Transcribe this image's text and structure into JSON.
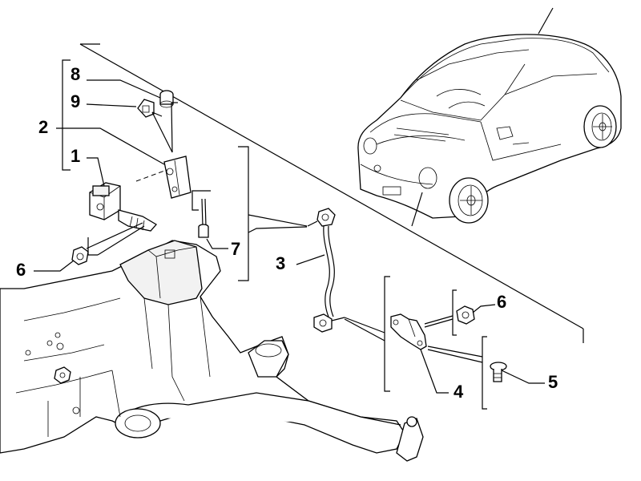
{
  "callouts": {
    "c1": "1",
    "c2": "2",
    "c3": "3",
    "c4": "4",
    "c5": "5",
    "c6a": "6",
    "c6b": "6",
    "c7": "7",
    "c8": "8",
    "c9": "9"
  },
  "colors": {
    "stroke": "#000000",
    "background": "#ffffff"
  }
}
